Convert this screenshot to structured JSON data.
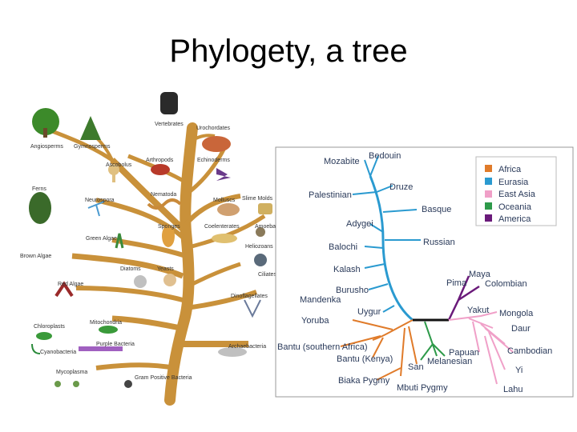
{
  "title": "Phylogety, a tree",
  "tree_of_life": {
    "labels": [
      "Vertebrates",
      "Urochordates",
      "Angiosperms",
      "Gymnosperms",
      "Ascobolus",
      "Arthropods",
      "Echinoderms",
      "Ferns",
      "Neurospora",
      "Nematoda",
      "Molluscs",
      "Slime Molds",
      "Sponges",
      "Coelenterates",
      "Amoeba",
      "Heliozoans",
      "Green Algae",
      "Brown Algae",
      "Diatoms",
      "Yeasts",
      "Ciliates",
      "Red Algae",
      "Dinoflagellates",
      "Chloroplasts",
      "Mitochondria",
      "Purple Bacteria",
      "Cyanobacteria",
      "Archaebacteria",
      "Mycoplasma",
      "Gram Positive Bacteria"
    ]
  },
  "human_tree": {
    "populations": [
      "Mozabite",
      "Bedouin",
      "Druze",
      "Palestinian",
      "Basque",
      "Adygei",
      "Russian",
      "Balochi",
      "Kalash",
      "Maya",
      "Pima",
      "Colombian",
      "Burusho",
      "Mandenka",
      "Uygur",
      "Yakut",
      "Mongola",
      "Yoruba",
      "Daur",
      "Bantu (southern Africa)",
      "Papuan",
      "Cambodian",
      "Bantu (Kenya)",
      "San",
      "Melanesian",
      "Yi",
      "Biaka Pygmy",
      "Mbuti Pygmy",
      "Lahu"
    ],
    "legend": [
      {
        "label": "Africa",
        "color": "#e07b2a"
      },
      {
        "label": "Eurasia",
        "color": "#2a9ad0"
      },
      {
        "label": "East Asia",
        "color": "#f0a0c8"
      },
      {
        "label": "Oceania",
        "color": "#2e9a4a"
      },
      {
        "label": "America",
        "color": "#6a1a7a"
      }
    ]
  }
}
